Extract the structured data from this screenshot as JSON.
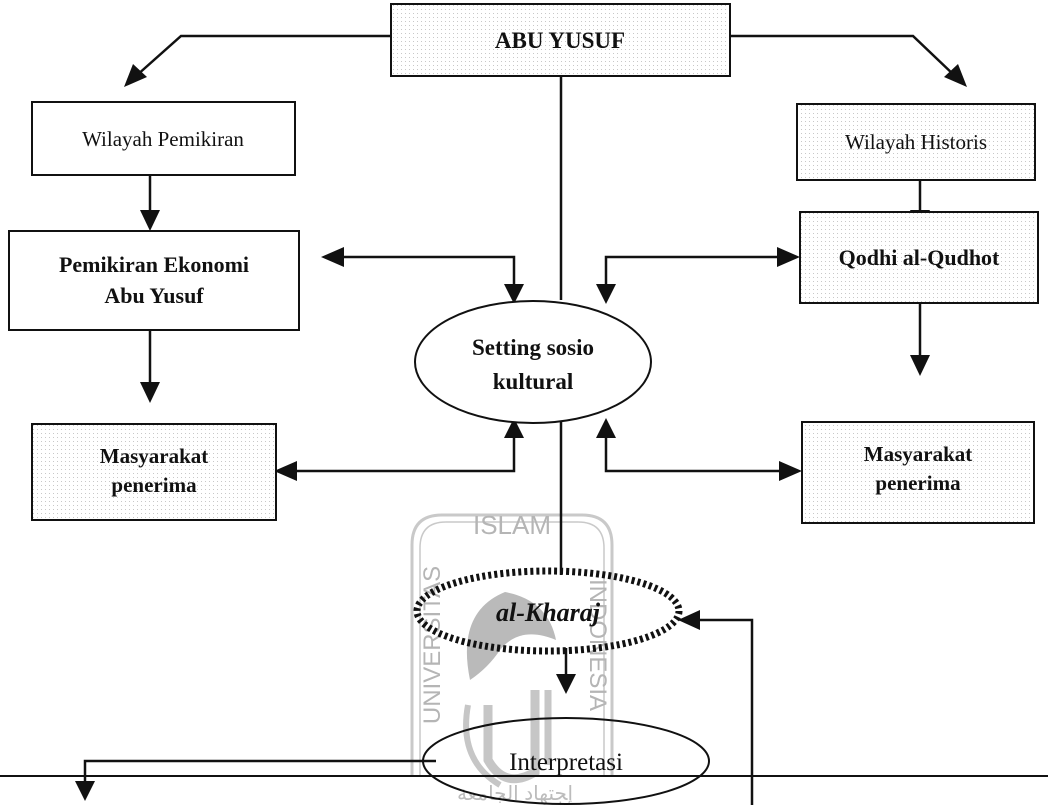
{
  "nodes": {
    "abu_yusuf": {
      "label": "ABU YUSUF"
    },
    "wilayah_pemikiran": {
      "label": "Wilayah Pemikiran"
    },
    "wilayah_historis": {
      "label": "Wilayah Historis"
    },
    "pemikiran_ekonomi": {
      "line1": "Pemikiran Ekonomi",
      "line2": "Abu Yusuf"
    },
    "qodhi": {
      "label": "Qodhi al-Qudhot"
    },
    "setting": {
      "line1": "Setting sosio",
      "line2": "kultural"
    },
    "masyarakat_left": {
      "line1": "Masyarakat",
      "line2": "penerima"
    },
    "masyarakat_right": {
      "line1": "Masyarakat",
      "line2": "penerima"
    },
    "al_kharaj": {
      "label": "al-Kharaj"
    },
    "interpretasi": {
      "label": "Interpretasi"
    }
  },
  "watermark": {
    "top": "ISLAM",
    "left": "UNIVERSITAS",
    "right": "INDONESIA"
  },
  "colors": {
    "line": "#111111",
    "box_fill": "#ffffff",
    "shaded_fill": "#eeeeee",
    "watermark": "#b5b5b5"
  }
}
